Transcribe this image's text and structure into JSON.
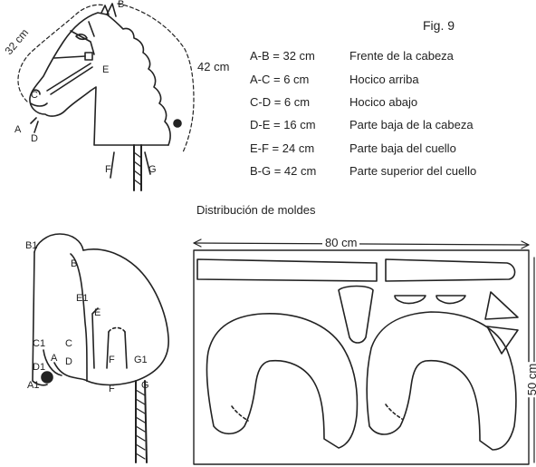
{
  "figure_label": "Fig. 9",
  "measurements": [
    {
      "measure": "A-B = 32 cm",
      "description": "Frente de la cabeza"
    },
    {
      "measure": "A-C = 6 cm",
      "description": "Hocico arriba"
    },
    {
      "measure": "C-D = 6 cm",
      "description": "Hocico abajo"
    },
    {
      "measure": "D-E = 16 cm",
      "description": "Parte baja de la cabeza"
    },
    {
      "measure": "E-F = 24 cm",
      "description": "Parte baja del cuello"
    },
    {
      "measure": "B-G = 42 cm",
      "description": "Parte superior del cuello"
    }
  ],
  "section_title": "Distribución de moldes",
  "head_diagram": {
    "dim_front": "32 cm",
    "dim_neck": "42 cm",
    "points": [
      "A",
      "B",
      "C",
      "D",
      "E",
      "F",
      "G"
    ]
  },
  "pattern_diagram": {
    "points": [
      "B1",
      "B",
      "E1",
      "E",
      "C1",
      "C",
      "A",
      "D",
      "D1",
      "A1",
      "F",
      "G1",
      "F",
      "G"
    ]
  },
  "layout_diagram": {
    "width": "80 cm",
    "height": "50 cm"
  }
}
